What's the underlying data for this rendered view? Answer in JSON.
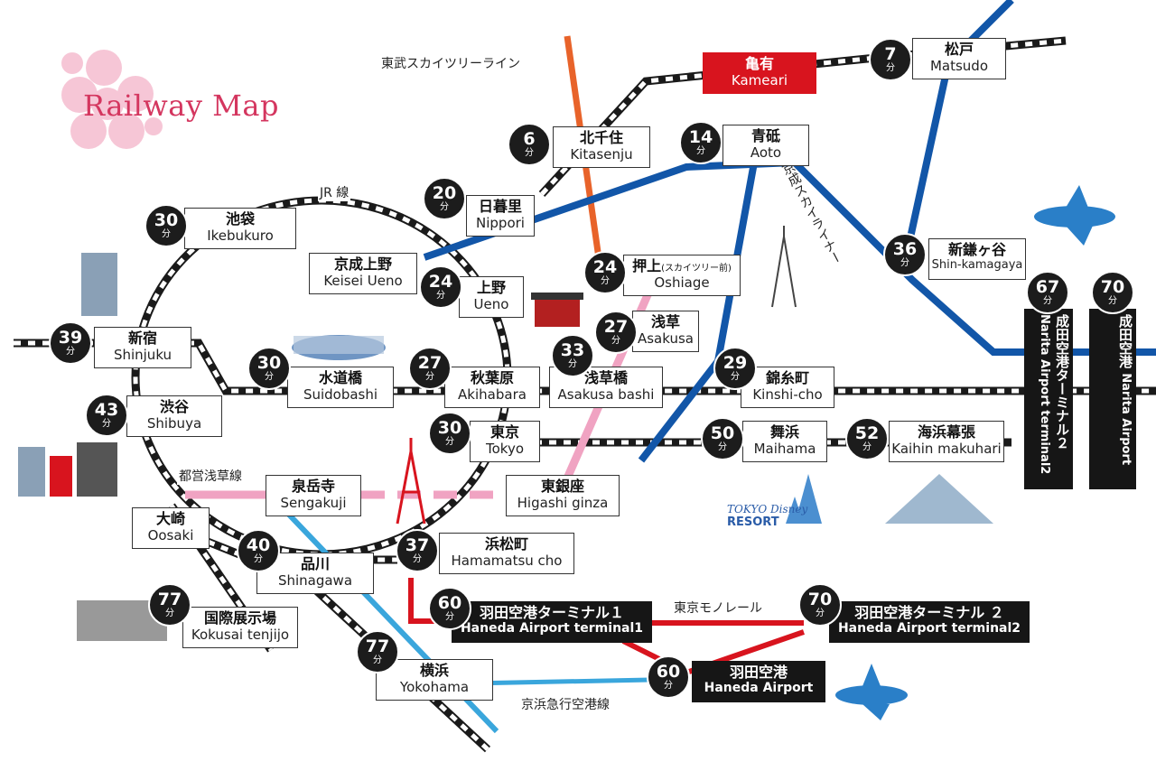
{
  "title": "Railway Map",
  "line_labels": {
    "tobu": "東武スカイツリーライン",
    "jr": "JR 線",
    "toei": "都営浅草線",
    "keisei": "京成スカイライナー",
    "monorail": "東京モノレール",
    "keikyu": "京浜急行空港線"
  },
  "minutes_unit": "分",
  "stations": {
    "kameari": {
      "jp": "亀有",
      "en": "Kameari"
    },
    "matsudo": {
      "jp": "松戸",
      "en": "Matsudo",
      "min": "7"
    },
    "kitasenju": {
      "jp": "北千住",
      "en": "Kitasenju",
      "min": "6"
    },
    "aoto": {
      "jp": "青砥",
      "en": "Aoto",
      "min": "14"
    },
    "nippori": {
      "jp": "日暮里",
      "en": "Nippori",
      "min": "20"
    },
    "ikebukuro": {
      "jp": "池袋",
      "en": "Ikebukuro",
      "min": "30"
    },
    "keisei_ueno": {
      "jp": "京成上野",
      "en": "Keisei Ueno"
    },
    "ueno": {
      "jp": "上野",
      "en": "Ueno",
      "min": "24"
    },
    "oshiage": {
      "jp": "押上",
      "jp_sub": "(スカイツリー前)",
      "en": "Oshiage",
      "min": "24"
    },
    "shinkamagaya": {
      "jp": "新鎌ヶ谷",
      "en": "Shin-kamagaya",
      "min": "36"
    },
    "shinjuku": {
      "jp": "新宿",
      "en": "Shinjuku",
      "min": "39"
    },
    "suidobashi": {
      "jp": "水道橋",
      "en": "Suidobashi",
      "min": "30"
    },
    "akihabara": {
      "jp": "秋葉原",
      "en": "Akihabara",
      "min": "27"
    },
    "asakusa": {
      "jp": "浅草",
      "en": "Asakusa",
      "min": "27"
    },
    "asakusabashi": {
      "jp": "浅草橋",
      "en": "Asakusa bashi",
      "min": "33"
    },
    "kinshicho": {
      "jp": "錦糸町",
      "en": "Kinshi-cho",
      "min": "29"
    },
    "shibuya": {
      "jp": "渋谷",
      "en": "Shibuya",
      "min": "43"
    },
    "tokyo": {
      "jp": "東京",
      "en": "Tokyo",
      "min": "30"
    },
    "maihama": {
      "jp": "舞浜",
      "en": "Maihama",
      "min": "50"
    },
    "kaihin": {
      "jp": "海浜幕張",
      "en": "Kaihin makuhari",
      "min": "52"
    },
    "sengakuji": {
      "jp": "泉岳寺",
      "en": "Sengakuji"
    },
    "higashiginza": {
      "jp": "東銀座",
      "en": "Higashi ginza"
    },
    "oosaki": {
      "jp": "大崎",
      "en": "Oosaki"
    },
    "shinagawa": {
      "jp": "品川",
      "en": "Shinagawa",
      "min": "40"
    },
    "hamamatsucho": {
      "jp": "浜松町",
      "en": "Hamamatsu cho",
      "min": "37"
    },
    "kokusai": {
      "jp": "国際展示場",
      "en": "Kokusai tenjijo",
      "min": "77"
    },
    "haneda_t1": {
      "jp": "羽田空港ターミナル１",
      "en": "Haneda Airport terminal1",
      "min": "60"
    },
    "haneda_t2": {
      "jp": "羽田空港ターミナル ２",
      "en": "Haneda Airport terminal2",
      "min": "70"
    },
    "haneda": {
      "jp": "羽田空港",
      "en": "Haneda Airport",
      "min": "60"
    },
    "yokohama": {
      "jp": "横浜",
      "en": "Yokohama",
      "min": "77"
    },
    "narita_t2": {
      "jp": "成田空港ターミナル２",
      "en": "Narita Airport terminal2",
      "min": "67"
    },
    "narita": {
      "jp": "成田空港",
      "en": "Narita Airport",
      "min": "70"
    }
  },
  "landmarks": {
    "disney_brand": "TOKYO Disney",
    "disney_resort": "RESORT"
  },
  "colors": {
    "jr_track": "#1a1a1a",
    "keisei": "#1256a8",
    "tobu": "#e8632a",
    "asakusa_line": "#f0a3c2",
    "keikyu": "#3aa6dc",
    "monorail": "#d8141e",
    "title": "#d4365f",
    "sakura": "#f6c3d4"
  },
  "icons": [
    "sakura-icon",
    "airplane-icon",
    "tokyo-tower-icon",
    "skytree-icon",
    "kaminarimon-icon",
    "stadium-icon",
    "building-icon",
    "castle-icon"
  ]
}
